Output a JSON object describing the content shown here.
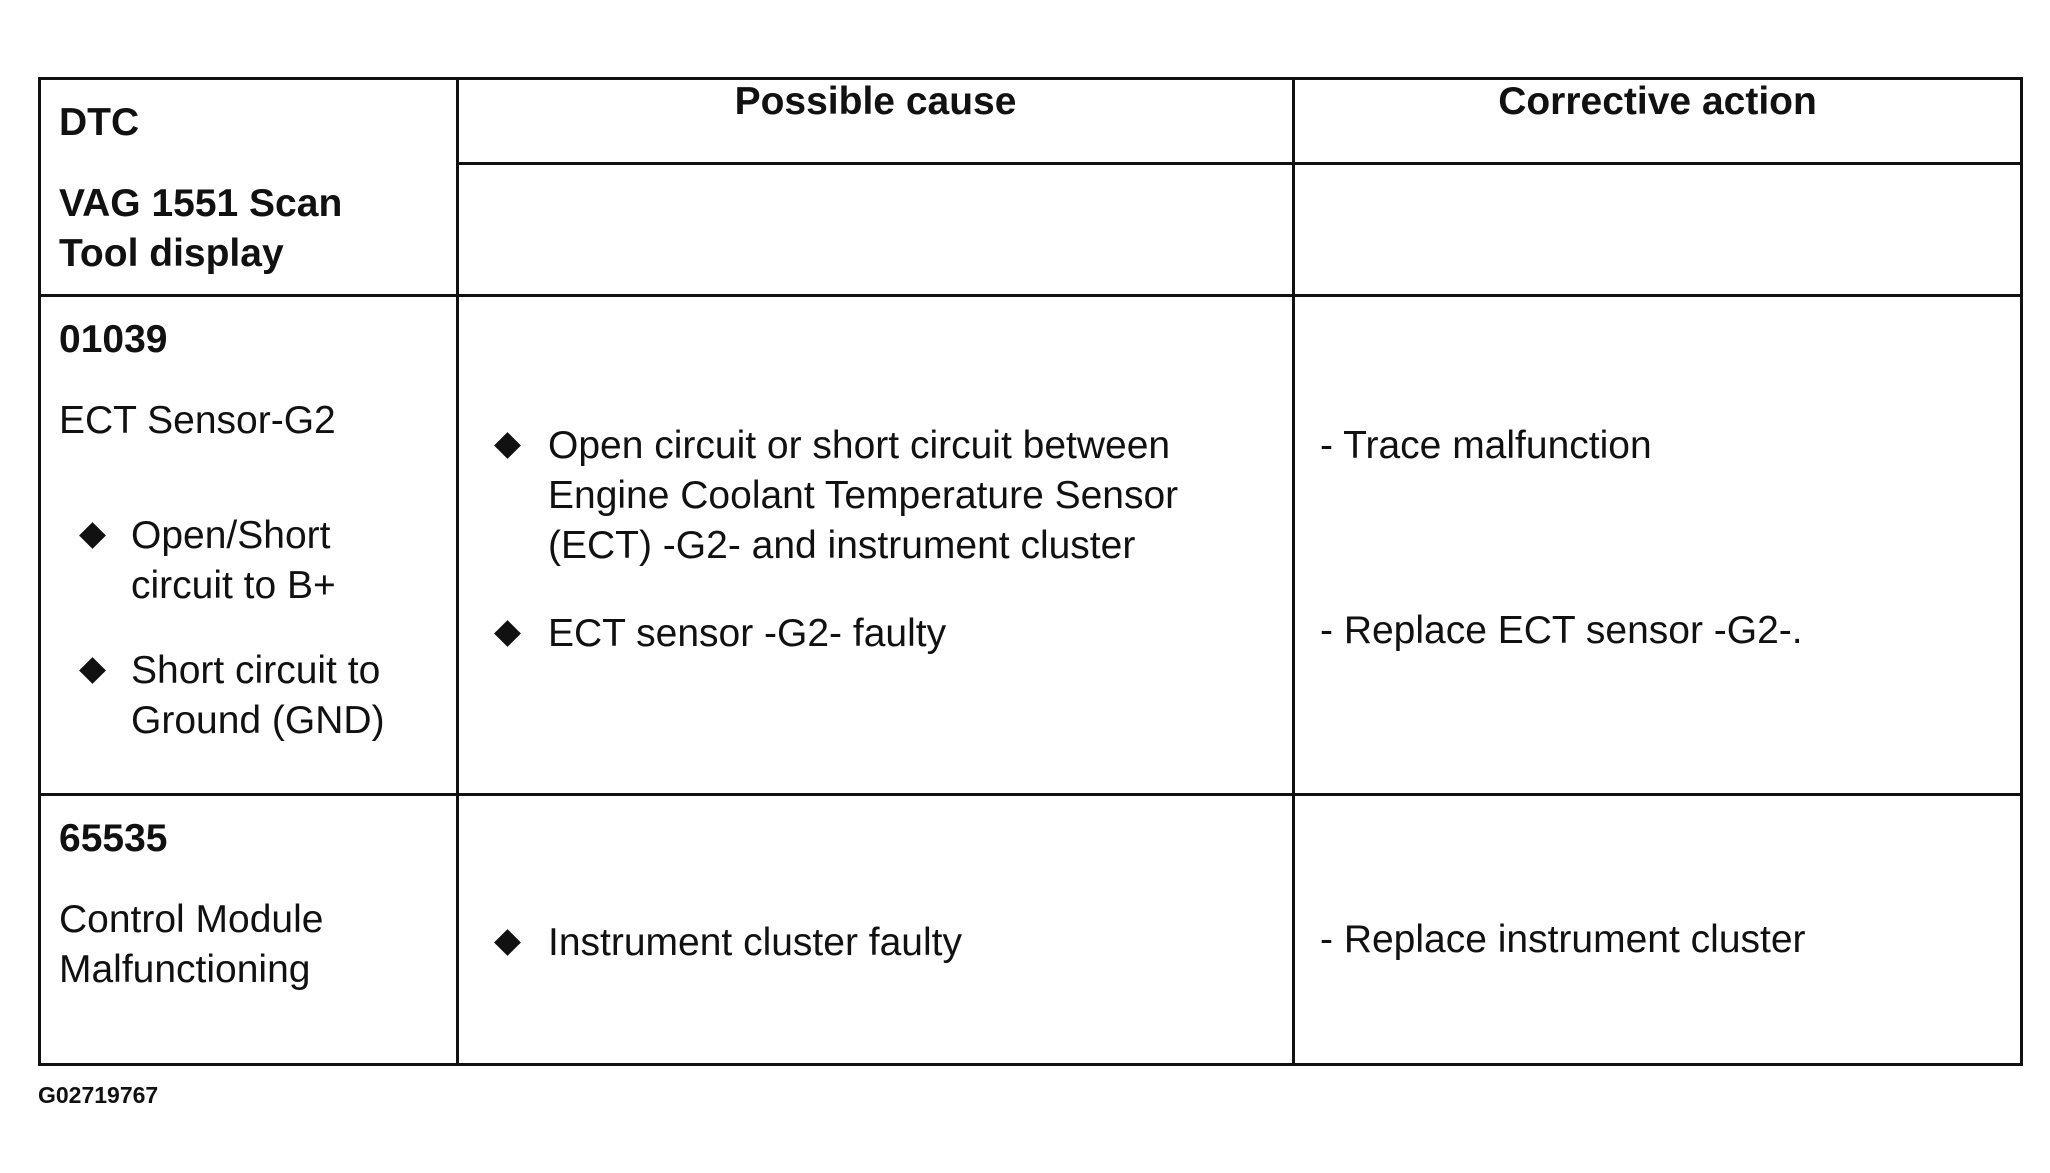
{
  "table": {
    "headers": {
      "dtc": "DTC",
      "possible_cause": "Possible cause",
      "corrective_action": "Corrective action"
    },
    "subheader": {
      "line1": "VAG 1551 Scan",
      "line2": "Tool display"
    },
    "rows": [
      {
        "code": "01039",
        "description": "ECT Sensor-G2",
        "conditions": [
          {
            "line1": "Open/Short",
            "line2": "circuit to B+"
          },
          {
            "line1": "Short circuit to",
            "line2": "Ground (GND)"
          }
        ],
        "causes": [
          {
            "line1": "Open circuit or short circuit between",
            "line2": "Engine Coolant Temperature Sensor",
            "line3": "(ECT) -G2- and instrument cluster"
          },
          {
            "line1": "ECT sensor -G2- faulty"
          }
        ],
        "actions": [
          "- Trace malfunction",
          "- Replace ECT sensor -G2-."
        ]
      },
      {
        "code": "65535",
        "description_line1": "Control Module",
        "description_line2": "Malfunctioning",
        "causes": [
          {
            "line1": "Instrument cluster faulty"
          }
        ],
        "actions": [
          "- Replace instrument cluster"
        ]
      }
    ]
  },
  "figure_id": "G02719767"
}
